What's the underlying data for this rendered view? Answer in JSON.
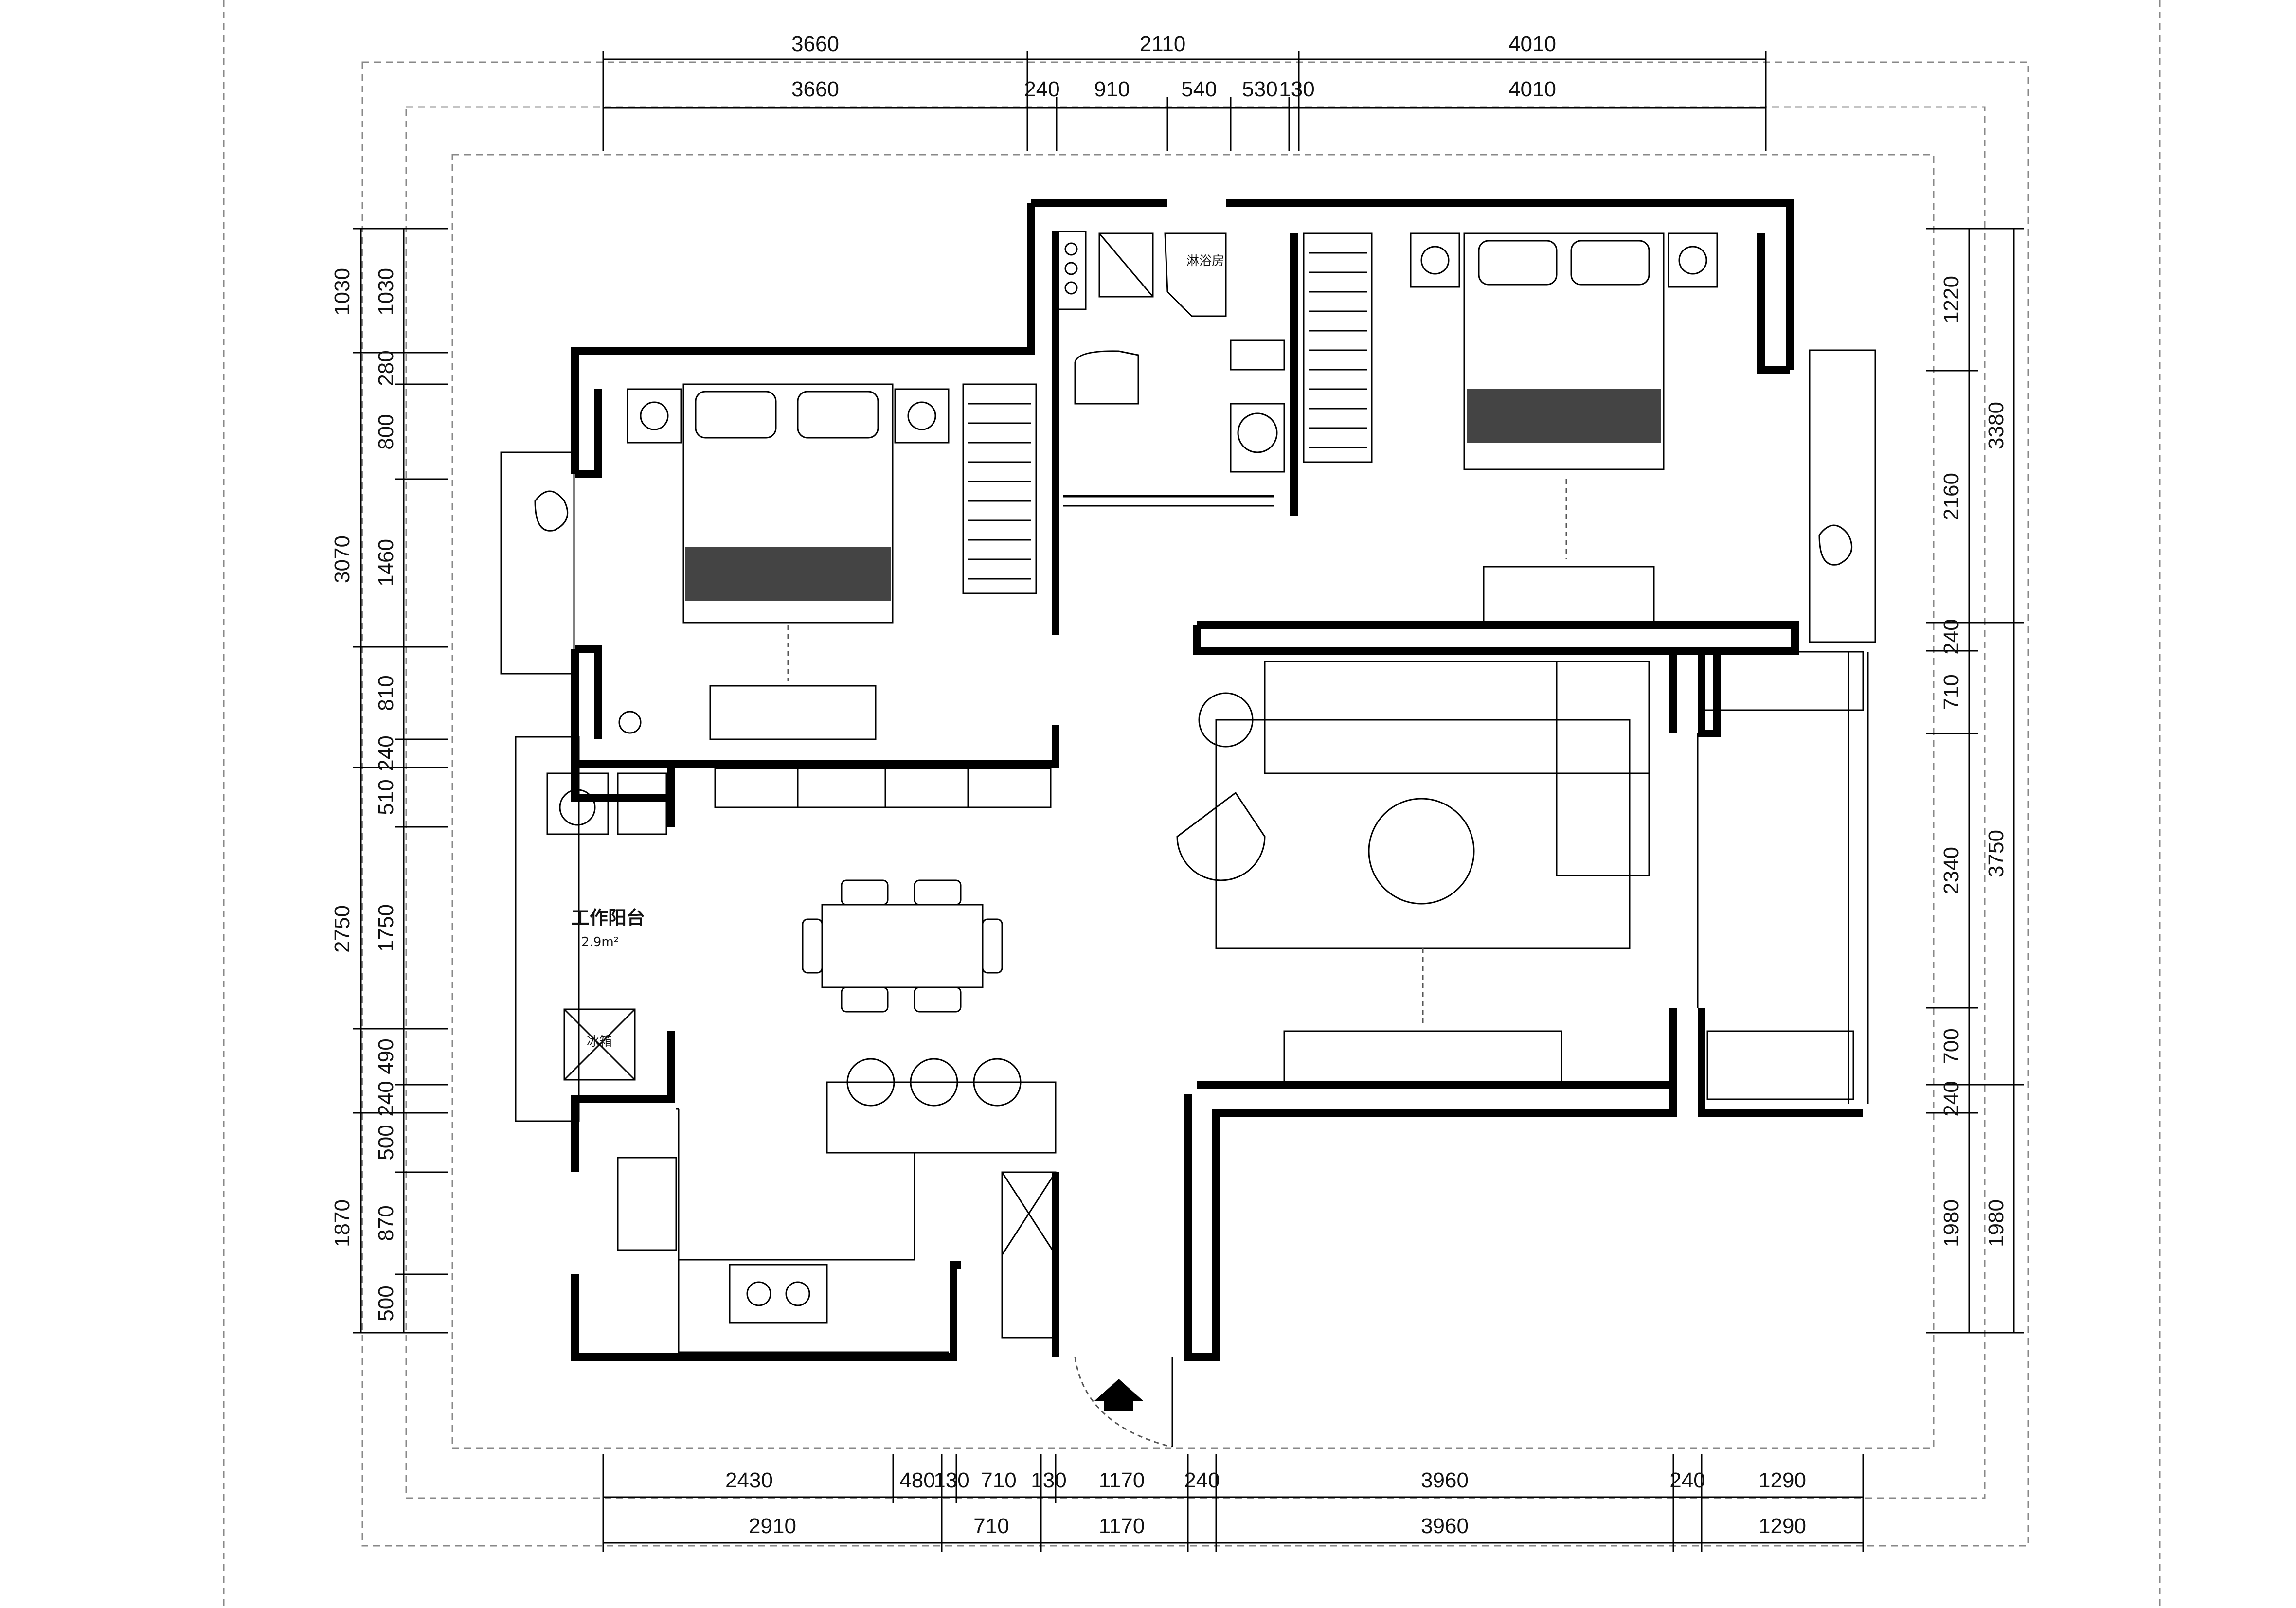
{
  "top_dims": {
    "row1": [
      "3660",
      "2110",
      "4010"
    ],
    "row2": [
      "3660",
      "240",
      "910",
      "540",
      "530",
      "130",
      "4010"
    ]
  },
  "bottom_dims": {
    "row1": [
      "2430",
      "480",
      "130",
      "710",
      "130",
      "1170",
      "240",
      "3960",
      "240",
      "1290"
    ],
    "row2": [
      "2910",
      "710",
      "1170",
      "3960",
      "1290"
    ]
  },
  "left_dims": {
    "outer": [
      "1030",
      "3070",
      "2750",
      "1870"
    ],
    "inner": [
      "1030",
      "280",
      "800",
      "1460",
      "810",
      "240",
      "510",
      "1750",
      "490",
      "240",
      "500",
      "870",
      "500"
    ]
  },
  "right_dims": {
    "outer": [
      "3380",
      "3750",
      "1980"
    ],
    "inner": [
      "1220",
      "2160",
      "240",
      "710",
      "2340",
      "700",
      "240",
      "1980"
    ]
  },
  "labels": {
    "shower": "淋浴房",
    "balcony": "工作阳台",
    "balcony_area": "2.9m²",
    "fridge": "冰箱"
  }
}
